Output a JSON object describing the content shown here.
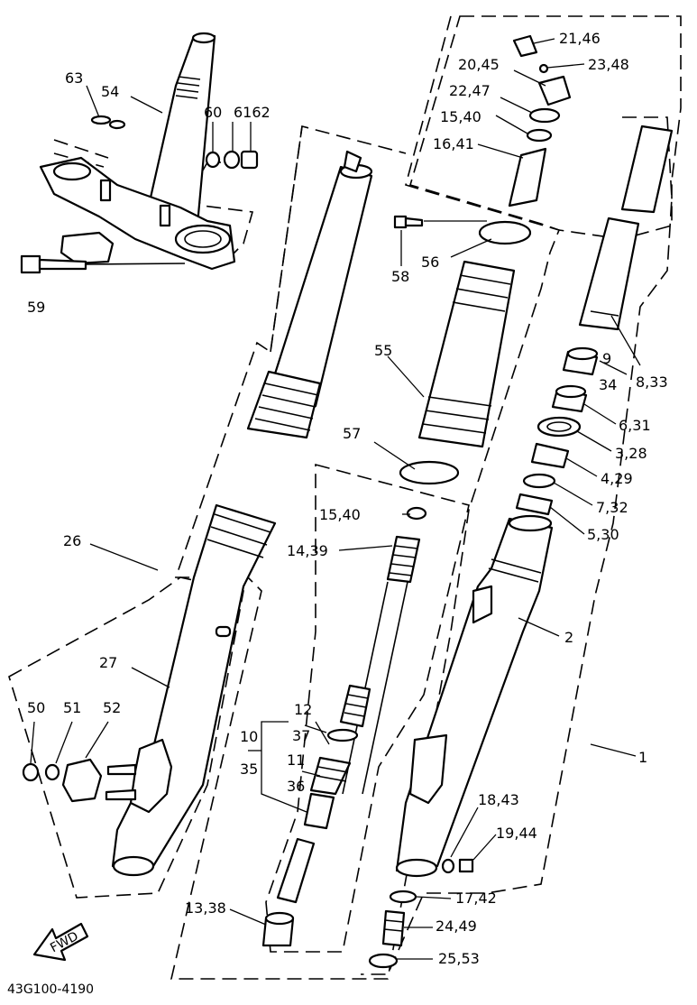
{
  "diagram": {
    "code": "43G100-4190",
    "fwd": "FWD",
    "labels": [
      {
        "id": "l1",
        "text": "21,46"
      },
      {
        "id": "l2",
        "text": "23,48"
      },
      {
        "id": "l3",
        "text": "20,45"
      },
      {
        "id": "l4",
        "text": "22,47"
      },
      {
        "id": "l5",
        "text": "15,40"
      },
      {
        "id": "l6",
        "text": "16,41"
      },
      {
        "id": "l7",
        "text": "63"
      },
      {
        "id": "l8",
        "text": "54"
      },
      {
        "id": "l9",
        "text": "60"
      },
      {
        "id": "l10",
        "text": "6162"
      },
      {
        "id": "l11",
        "text": "58"
      },
      {
        "id": "l12",
        "text": "56"
      },
      {
        "id": "l13",
        "text": "59"
      },
      {
        "id": "l14",
        "text": "55"
      },
      {
        "id": "l15",
        "text": "9"
      },
      {
        "id": "l16",
        "text": "34"
      },
      {
        "id": "l17",
        "text": "8,33"
      },
      {
        "id": "l18",
        "text": "6,31"
      },
      {
        "id": "l19",
        "text": "3,28"
      },
      {
        "id": "l20",
        "text": "57"
      },
      {
        "id": "l21",
        "text": "4,29"
      },
      {
        "id": "l22",
        "text": "7,32"
      },
      {
        "id": "l23",
        "text": "15,40"
      },
      {
        "id": "l24",
        "text": "5,30"
      },
      {
        "id": "l25",
        "text": "26"
      },
      {
        "id": "l26",
        "text": "14,39"
      },
      {
        "id": "l27",
        "text": "2"
      },
      {
        "id": "l28",
        "text": "27"
      },
      {
        "id": "l29",
        "text": "12"
      },
      {
        "id": "l30",
        "text": "37"
      },
      {
        "id": "l31",
        "text": "50"
      },
      {
        "id": "l32",
        "text": "51"
      },
      {
        "id": "l33",
        "text": "52"
      },
      {
        "id": "l34",
        "text": "10"
      },
      {
        "id": "l35",
        "text": "1"
      },
      {
        "id": "l36",
        "text": "11"
      },
      {
        "id": "l37",
        "text": "35"
      },
      {
        "id": "l38",
        "text": "36"
      },
      {
        "id": "l39",
        "text": "18,43"
      },
      {
        "id": "l40",
        "text": "19,44"
      },
      {
        "id": "l41",
        "text": "17,42"
      },
      {
        "id": "l42",
        "text": "13,38"
      },
      {
        "id": "l43",
        "text": "24,49"
      },
      {
        "id": "l44",
        "text": "25,53"
      }
    ]
  }
}
